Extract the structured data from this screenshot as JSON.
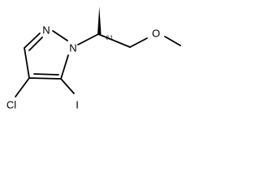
{
  "molecule": {
    "atoms": {
      "n2": "N",
      "n1": "N",
      "o": "O",
      "cl": "Cl",
      "i": "I"
    },
    "stereo_annotation": "&1",
    "bond_color": "#000000"
  }
}
